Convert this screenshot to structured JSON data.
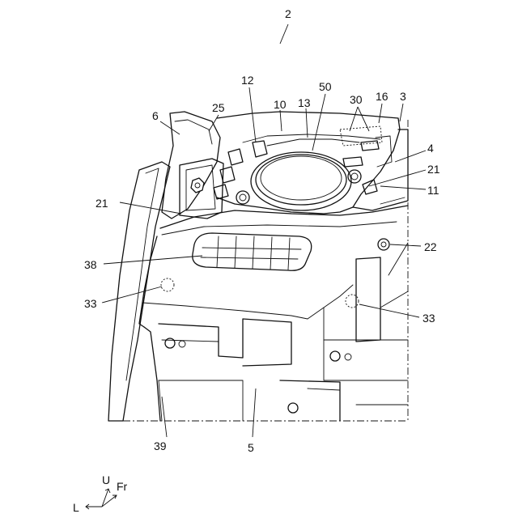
{
  "figure": {
    "reference_numerals": {
      "assembly": "2",
      "panel": "3",
      "cover": "4",
      "duct": "5",
      "pillar": "6",
      "base_10": "10",
      "base_11": "11",
      "bracket_12": "12",
      "plate_13": "13",
      "frame_16": "16",
      "fastener_21_left": "21",
      "fastener_21_right": "21",
      "boss_22": "22",
      "holder_25": "25",
      "module_30": "30",
      "clip_33_left": "33",
      "clip_33_right": "33",
      "vent_38": "38",
      "lower_39": "39",
      "speaker_50": "50"
    },
    "orientation_axes": {
      "up": "U",
      "front": "Fr",
      "left": "L"
    }
  }
}
